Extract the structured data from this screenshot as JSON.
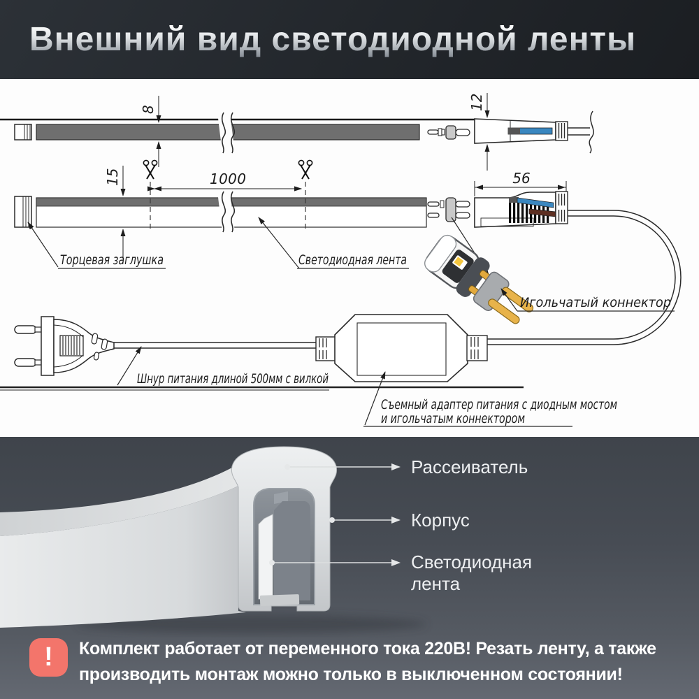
{
  "header": {
    "title": "Внешний вид светодиодной ленты"
  },
  "diagram": {
    "dim_8": "8",
    "dim_12": "12",
    "dim_15": "15",
    "dim_56": "56",
    "dim_1000": "1000",
    "label_end_cap": "Торцевая заглушка",
    "label_led_strip": "Светодиодная лента",
    "label_needle_connector": "Игольчатый коннектор",
    "label_power_cord": "Шнур питания длиной 500мм с вилкой",
    "label_adapter_line1": "Съемный адаптер питания с диодным мостом",
    "label_adapter_line2": "и игольчатым коннектором",
    "colors": {
      "strip_fill": "#6f6f6f",
      "wire_blue": "#3a87c0",
      "wire_brown": "#5d2f22",
      "pin_gold": "#e2a93c"
    }
  },
  "cross_section": {
    "label_diffuser": "Рассеиватель",
    "label_body": "Корпус",
    "label_led_strip": "Светодиодная лента"
  },
  "warning": {
    "icon": "!",
    "accent_color": "#f3756b",
    "line1": "Комплект работает от переменного тока 220В! Резать ленту, а также",
    "line2": "производить монтаж можно только в выключенном состоянии!"
  }
}
